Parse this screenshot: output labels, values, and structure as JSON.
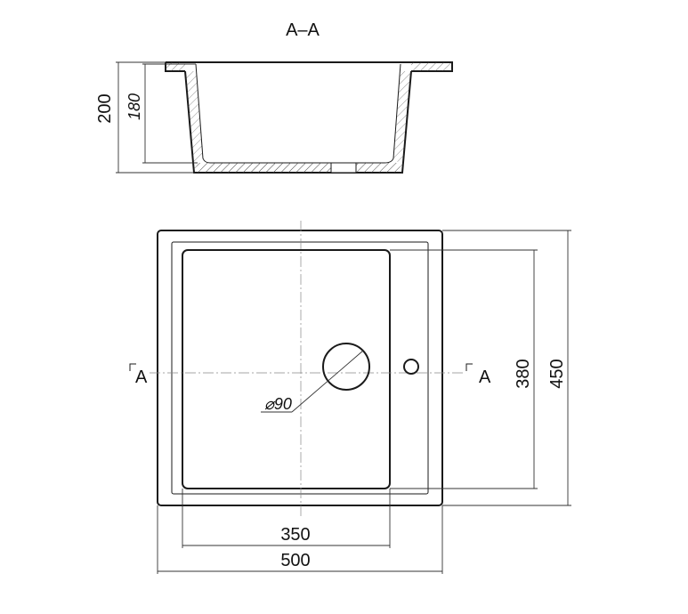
{
  "section": {
    "title": "A–A",
    "height_total": "200",
    "height_inner": "180"
  },
  "plan": {
    "drain_label": "⌀90",
    "width_total": "500",
    "width_bowl": "350",
    "depth_total": "450",
    "depth_bowl": "380",
    "section_mark_left": "A",
    "section_mark_right": "A"
  }
}
